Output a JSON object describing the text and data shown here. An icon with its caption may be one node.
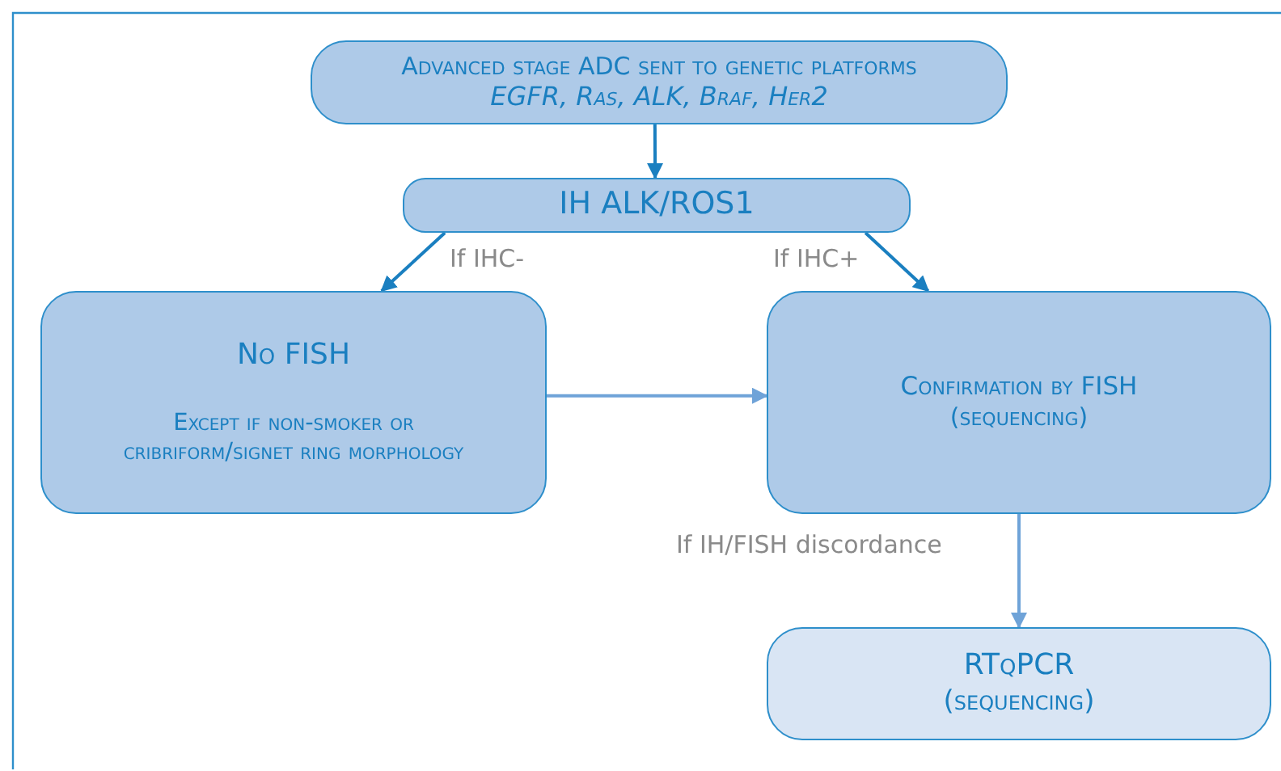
{
  "diagram": {
    "nodes": [
      {
        "text": [
          "Advanced stage ADC sent to genetic platforms",
          "EGFR, Ras, ALK, Braf, Her2"
        ]
      },
      {
        "text": [
          "IH ALK/ROS1"
        ]
      },
      {
        "text": [
          "No FISH",
          "Except if non-smoker or cribriform/signet ring morphology"
        ]
      },
      {
        "text": [
          "Confirmation by FISH",
          "(sequencing)"
        ]
      },
      {
        "text": [
          "RTqPCR",
          "(sequencing)"
        ]
      }
    ],
    "edges": [
      {
        "from": 0,
        "to": 1,
        "arrow": "to"
      },
      {
        "from": 1,
        "to": 2,
        "arrow": "to",
        "label": "If IHC-"
      },
      {
        "from": 1,
        "to": 3,
        "arrow": "to",
        "label": "If IHC+"
      },
      {
        "from": 2,
        "to": 3,
        "arrow": "to",
        "color": "#6fa3d8"
      },
      {
        "from": 3,
        "to": 4,
        "arrow": "to",
        "label": "If IH/FISH discordance",
        "color": "#6fa3d8"
      }
    ]
  }
}
